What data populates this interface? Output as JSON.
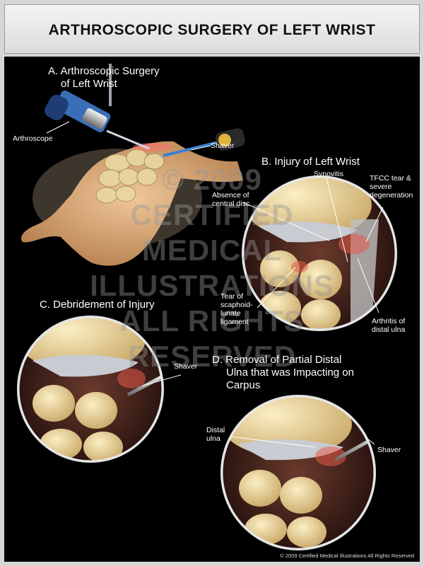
{
  "title": "ARTHROSCOPIC SURGERY OF LEFT WRIST",
  "panels": {
    "a": {
      "title_line1": "A. Arthroscopic Surgery",
      "title_line2": "of Left Wrist",
      "arthroscope": "Arthroscope",
      "shaver": "Shaver"
    },
    "b": {
      "title": "B. Injury of Left Wrist",
      "synovitis": "Synovitis",
      "tfcc_line1": "TFCC tear &",
      "tfcc_line2": "severe",
      "tfcc_line3": "degeneration",
      "absence_line1": "Absence of",
      "absence_line2": "central disc",
      "tear_line1": "Tear of",
      "tear_line2": "scaphoid-",
      "tear_line3": "lunate",
      "tear_line4": "ligament",
      "arthritis_line1": "Arthritis of",
      "arthritis_line2": "distal ulna"
    },
    "c": {
      "title": "C. Debridement of Injury",
      "shaver": "Shaver"
    },
    "d": {
      "title_line1": "D. Removal of Partial Distal",
      "title_line2": "Ulna that was Impacting on",
      "title_line3": "Carpus",
      "distal_line1": "Distal",
      "distal_line2": "ulna",
      "shaver": "Shaver"
    }
  },
  "watermark": [
    "© 2009",
    "CERTIFIED",
    "MEDICAL",
    "ILLUSTRATIONS",
    "ALL RIGHTS",
    "RESERVED"
  ],
  "copyright": "© 2009 Certified Medical Illustrations All Rights Reserved",
  "colors": {
    "background": "#000000",
    "bone": "#e8d49a",
    "cartilage": "#c9cbd2",
    "inflammation": "#e85a4a",
    "instrument_blue": "#3a7fd0"
  }
}
